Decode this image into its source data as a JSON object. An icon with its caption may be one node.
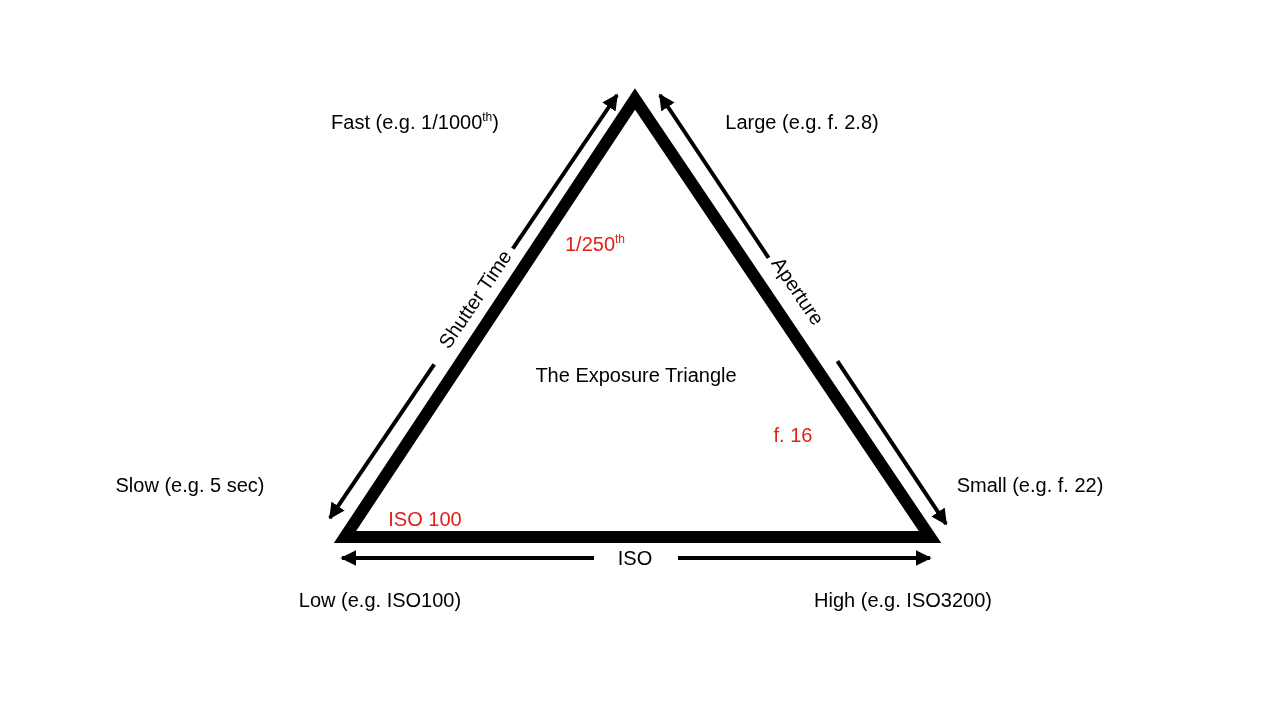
{
  "diagram": {
    "nodes": [
      {
        "text": [
          "1/250$^{th}$",
          "The Exposure Triangle",
          "f. 16",
          "ISO 100"
        ]
      }
    ],
    "labels": [
      "Fast (e.g. 1/1000$^{th}$)",
      "Large (e.g. f. 2.8)",
      "Shutter Time",
      "Aperture",
      "Slow (e.g. 5 sec)",
      "Small (e.g. f. 22)",
      "ISO",
      "Low (e.g. ISO100)",
      "High (e.g. ISO3200)"
    ]
  }
}
